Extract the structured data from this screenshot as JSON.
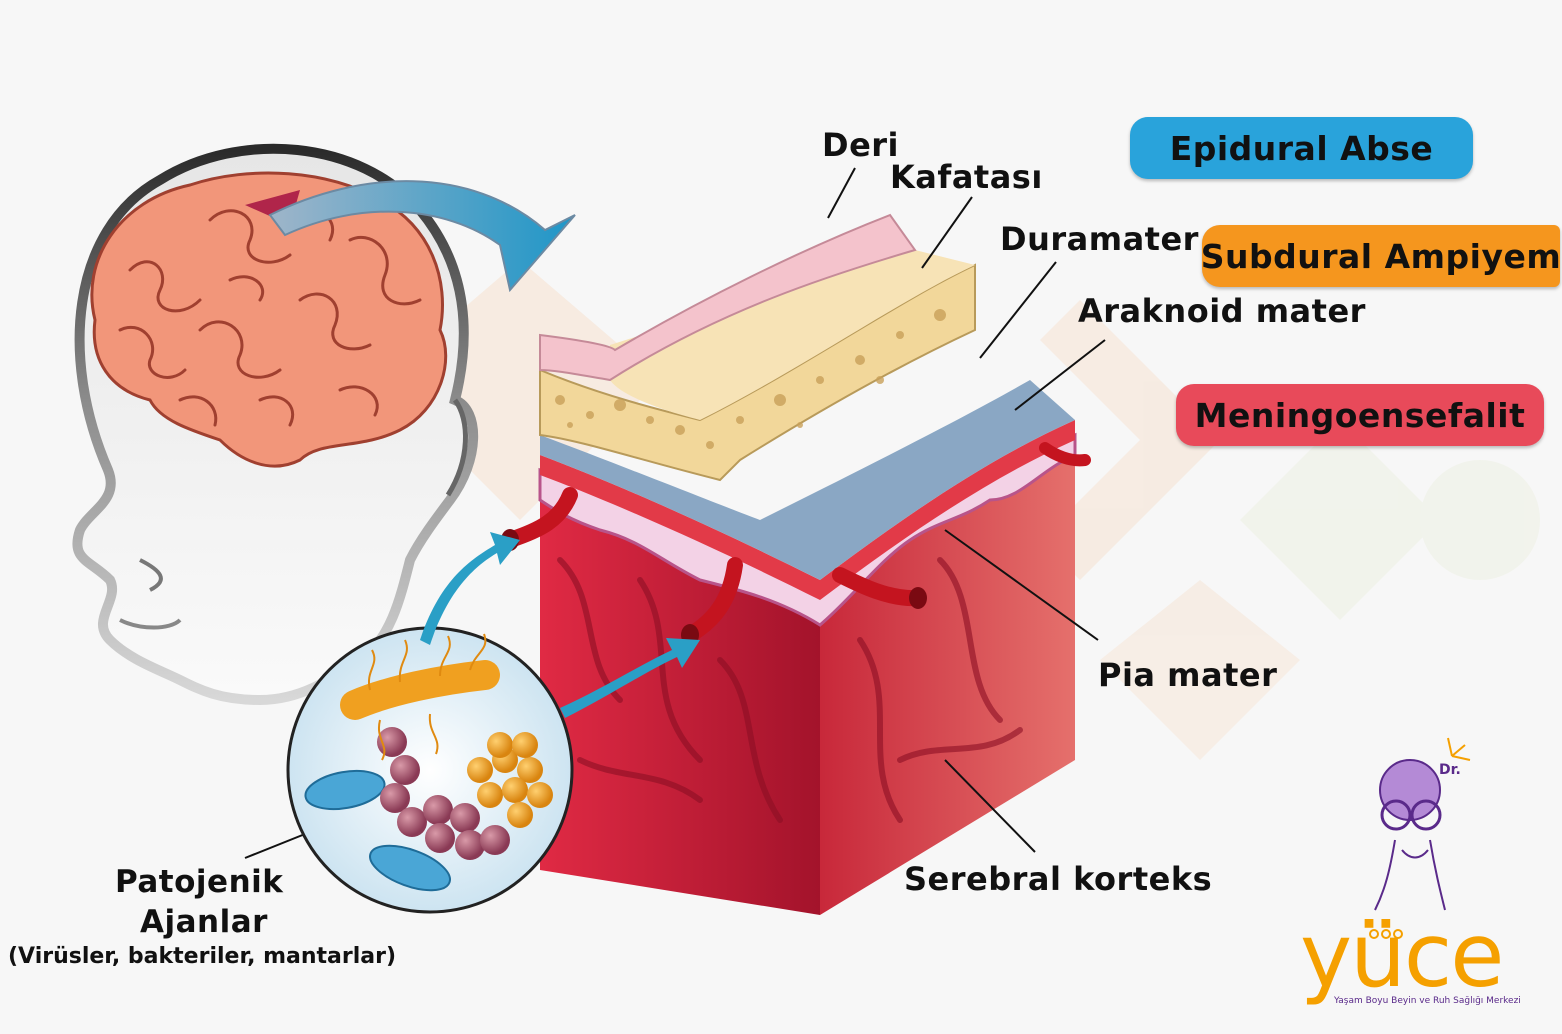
{
  "labels": {
    "deri": "Deri",
    "kafatasi": "Kafatası",
    "duramater": "Duramater",
    "araknoid": "Araknoid mater",
    "pia": "Pia mater",
    "serebral": "Serebral korteks",
    "patojenik_line1": "Patojenik",
    "patojenik_line2": "Ajanlar",
    "patojenik_sub": "(Virüsler, bakteriler, mantarlar)"
  },
  "conditions": [
    {
      "label": "Epidural Abse",
      "color": "#29a3db"
    },
    {
      "label": "Subdural Ampiyem",
      "color": "#f5961e"
    },
    {
      "label": "Meningoensefalit",
      "color": "#e84a5a"
    }
  ],
  "brand": {
    "badge": "Dr.",
    "name": "yüce",
    "tagline": "Yaşam Boyu Beyin ve Ruh Sağlığı Merkezi",
    "color": "#f5a000",
    "accent": "#5a2a8a"
  },
  "colors": {
    "brain": "#f2967a",
    "cortex": "#d9233a",
    "skin": "#f4c3cc",
    "skull": "#f2d79a",
    "dura": "#8aa7c4",
    "arachnoid": "#e23a48",
    "pia": "#f3d2e6",
    "arrow": "#2a9fc6"
  }
}
